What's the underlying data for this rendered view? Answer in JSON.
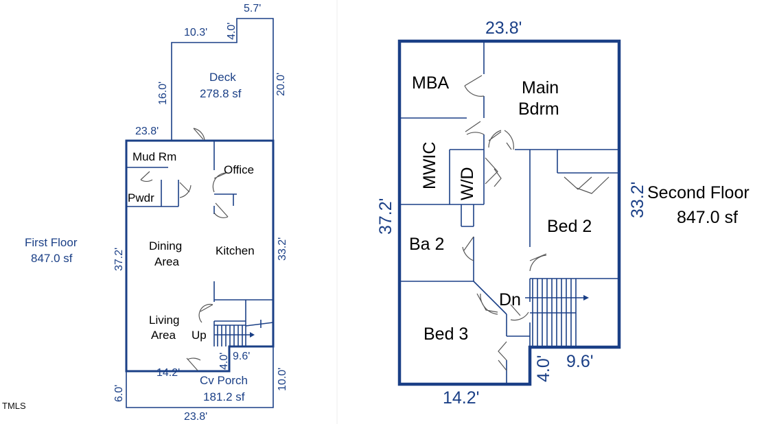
{
  "first_floor": {
    "title": "First Floor",
    "area": "847.0 sf",
    "deck": {
      "label": "Deck",
      "area": "278.8 sf"
    },
    "porch": {
      "label": "Cv Porch",
      "area": "181.2 sf"
    },
    "rooms": {
      "mud": "Mud Rm",
      "office": "Office",
      "pwdr": "Pwdr",
      "dining1": "Dining",
      "dining2": "Area",
      "kitchen": "Kitchen",
      "living1": "Living",
      "living2": "Area",
      "up": "Up"
    },
    "dims": {
      "deck_top": "5.7'",
      "deck_step": "4.0'",
      "deck_left_top": "10.3'",
      "deck_left": "16.0'",
      "deck_right": "20.0'",
      "deck_bottom": "23.8'",
      "left": "37.2'",
      "right": "33.2'",
      "notch_v": "4.0'",
      "notch_h": "9.6'",
      "porch_top": "14.2'",
      "porch_left": "6.0'",
      "porch_right": "10.0'",
      "bottom": "23.8'"
    }
  },
  "second_floor": {
    "title": "Second Floor",
    "area": "847.0 sf",
    "rooms": {
      "mba": "MBA",
      "main1": "Main",
      "main2": "Bdrm",
      "mwic": "MWIC",
      "wd": "W/D",
      "ba2": "Ba 2",
      "bed2": "Bed 2",
      "bed3": "Bed 3",
      "dn": "Dn"
    },
    "dims": {
      "top": "23.8'",
      "left": "37.2'",
      "right": "33.2'",
      "notch_v": "4.0'",
      "notch_h": "9.6'",
      "bottom": "14.2'"
    }
  },
  "watermark": "TMLS"
}
